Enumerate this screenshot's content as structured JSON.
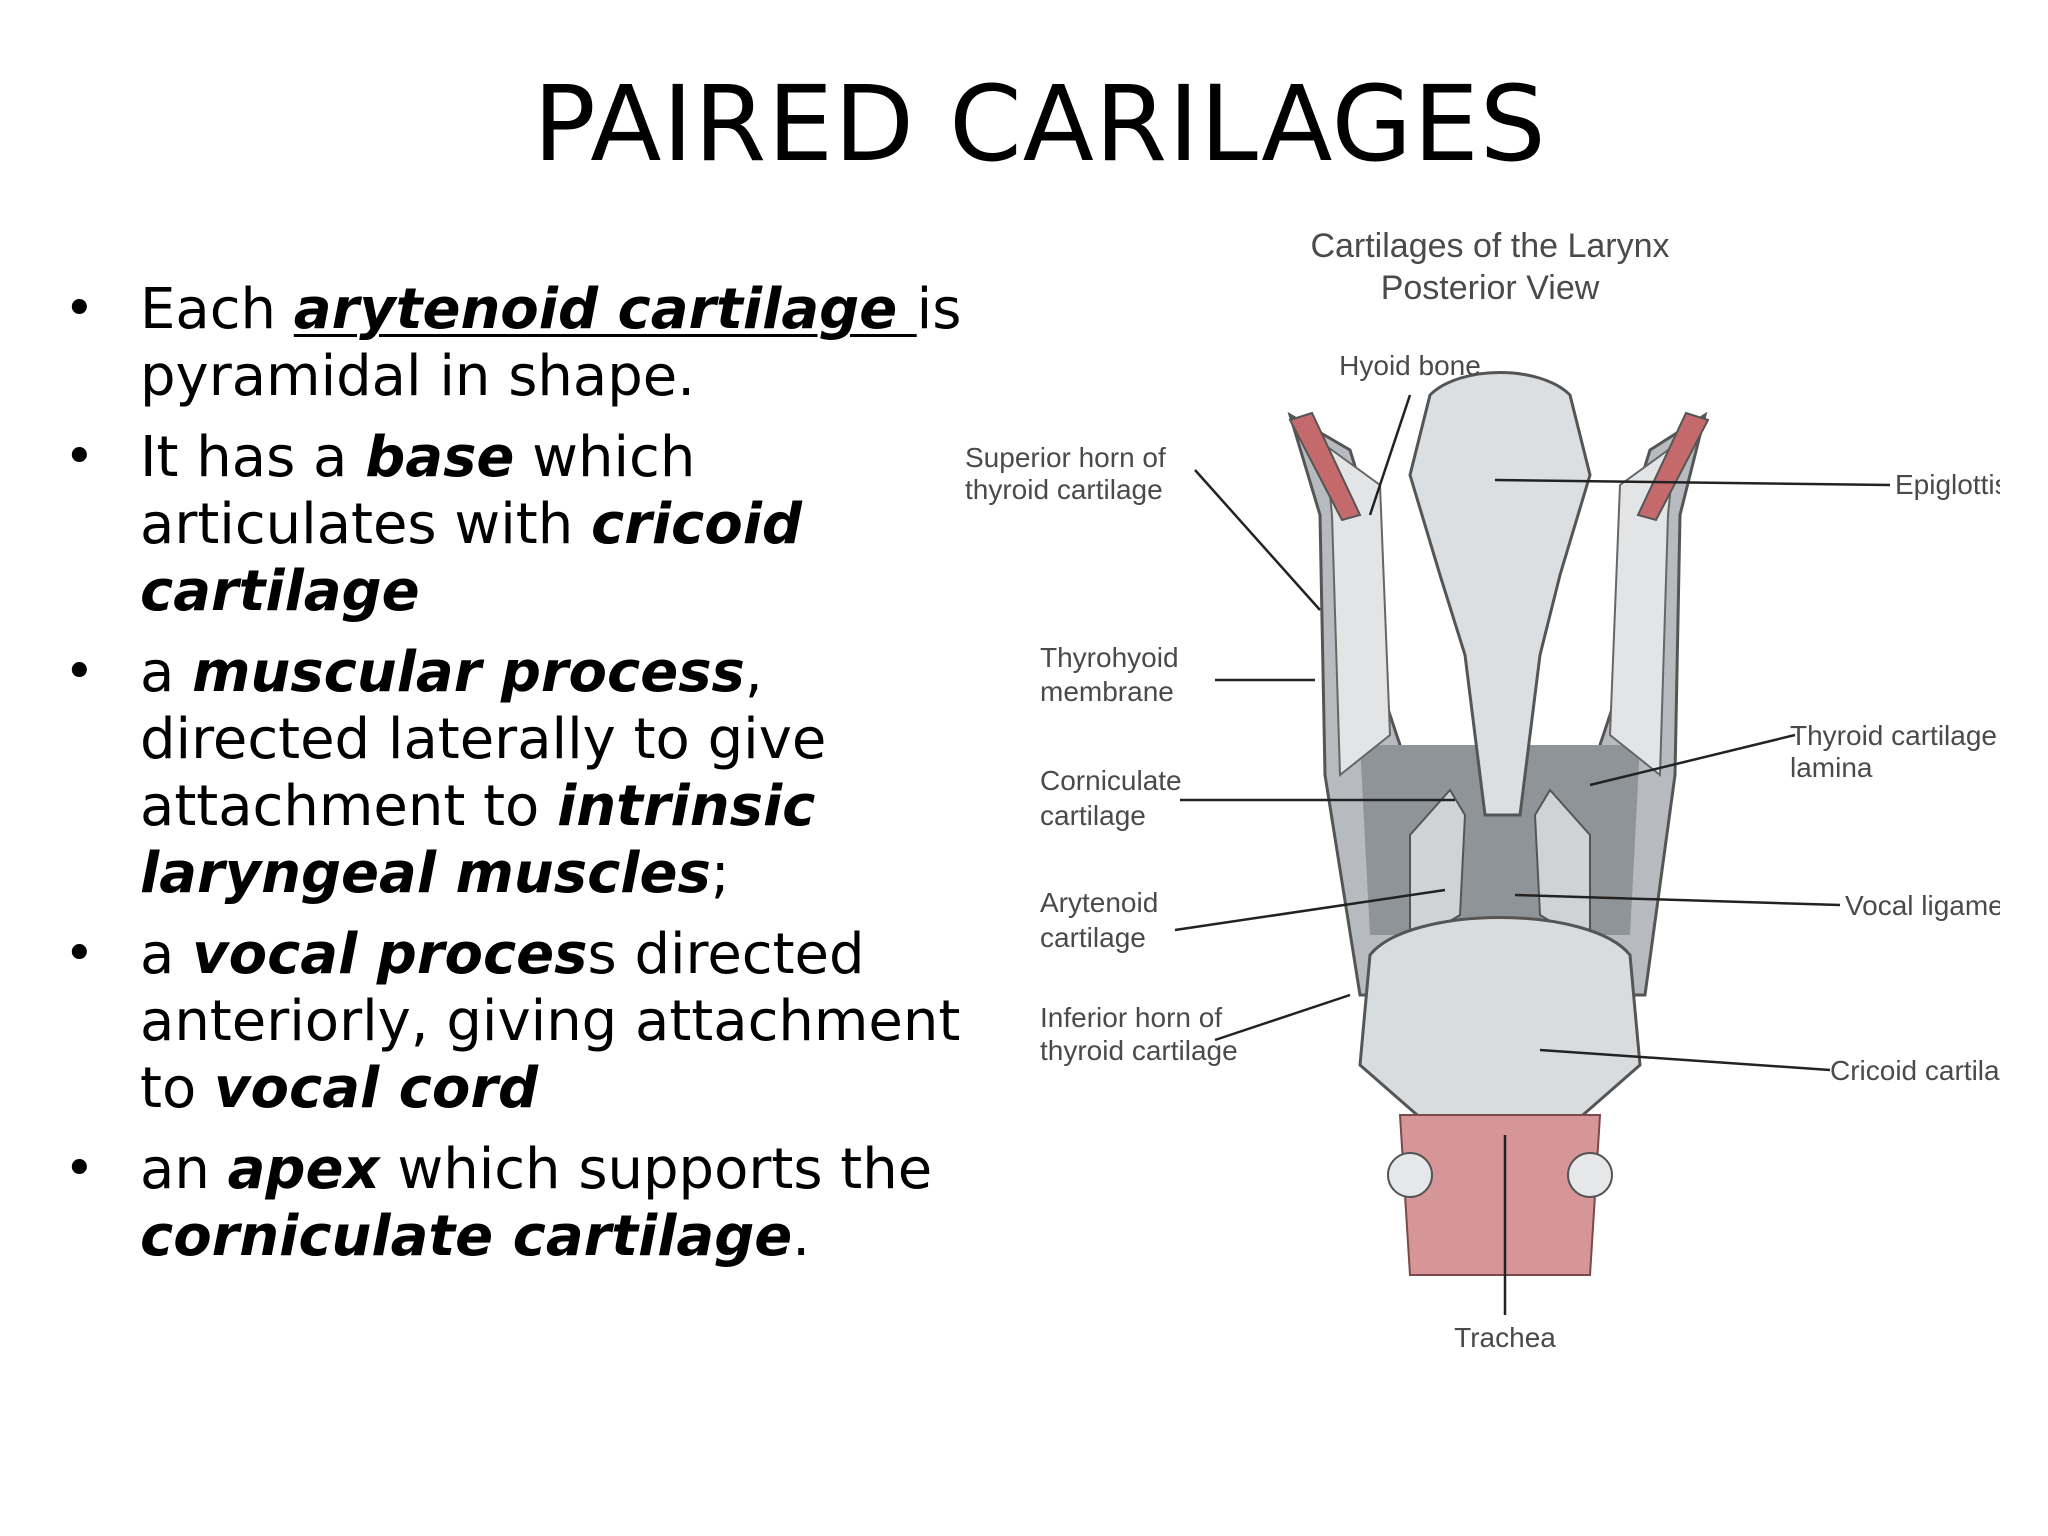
{
  "slide": {
    "title": "PAIRED CARILAGES"
  },
  "bullets": [
    {
      "parts": [
        {
          "t": "Each ",
          "s": "n"
        },
        {
          "t": "arytenoid cartilage ",
          "s": "bu"
        },
        {
          "t": "is pyramidal in shape.",
          "s": "n"
        }
      ]
    },
    {
      "parts": [
        {
          "t": "It has a ",
          "s": "n"
        },
        {
          "t": "base",
          "s": "b"
        },
        {
          "t": " which articulates with ",
          "s": "n"
        },
        {
          "t": "cricoid cartilage",
          "s": "b"
        }
      ]
    },
    {
      "parts": [
        {
          "t": " a ",
          "s": "n"
        },
        {
          "t": "muscular process",
          "s": "b"
        },
        {
          "t": ", directed laterally to give attachment to ",
          "s": "n"
        },
        {
          "t": "intrinsic laryngeal muscles",
          "s": "b"
        },
        {
          "t": ";",
          "s": "n"
        }
      ]
    },
    {
      "parts": [
        {
          "t": " a ",
          "s": "n"
        },
        {
          "t": "vocal proces",
          "s": "b"
        },
        {
          "t": "s directed anteriorly, giving attachment to ",
          "s": "n"
        },
        {
          "t": "vocal cord",
          "s": "b"
        }
      ]
    },
    {
      "parts": [
        {
          "t": " an ",
          "s": "n"
        },
        {
          "t": "apex",
          "s": "b"
        },
        {
          "t": " which supports the ",
          "s": "n"
        },
        {
          "t": "corniculate cartilage",
          "s": "b"
        },
        {
          "t": ".",
          "s": "n"
        }
      ]
    }
  ],
  "figure": {
    "title_line1": "Cartilages of the Larynx",
    "title_line2": "Posterior View",
    "labels": {
      "hyoid_bone": "Hyoid bone",
      "superior_horn_1": "Superior horn of",
      "superior_horn_2": "thyroid cartilage",
      "epiglottis": "Epiglottis",
      "thyrohyoid_1": "Thyrohyoid",
      "thyrohyoid_2": "membrane",
      "thyroid_lamina_1": "Thyroid cartilage",
      "thyroid_lamina_2": "lamina",
      "corniculate_1": "Corniculate",
      "corniculate_2": "cartilage",
      "arytenoid_1": "Arytenoid",
      "arytenoid_2": "cartilage",
      "vocal_ligament": "Vocal ligament",
      "inferior_horn_1": "Inferior horn of",
      "inferior_horn_2": "thyroid cartilage",
      "cricoid": "Cricoid cartilage",
      "trachea": "Trachea"
    },
    "colors": {
      "cartilage": "#d9dcdf",
      "shadow": "#9a9fa4",
      "muscle": "#c46a6c",
      "line": "#222222"
    }
  }
}
